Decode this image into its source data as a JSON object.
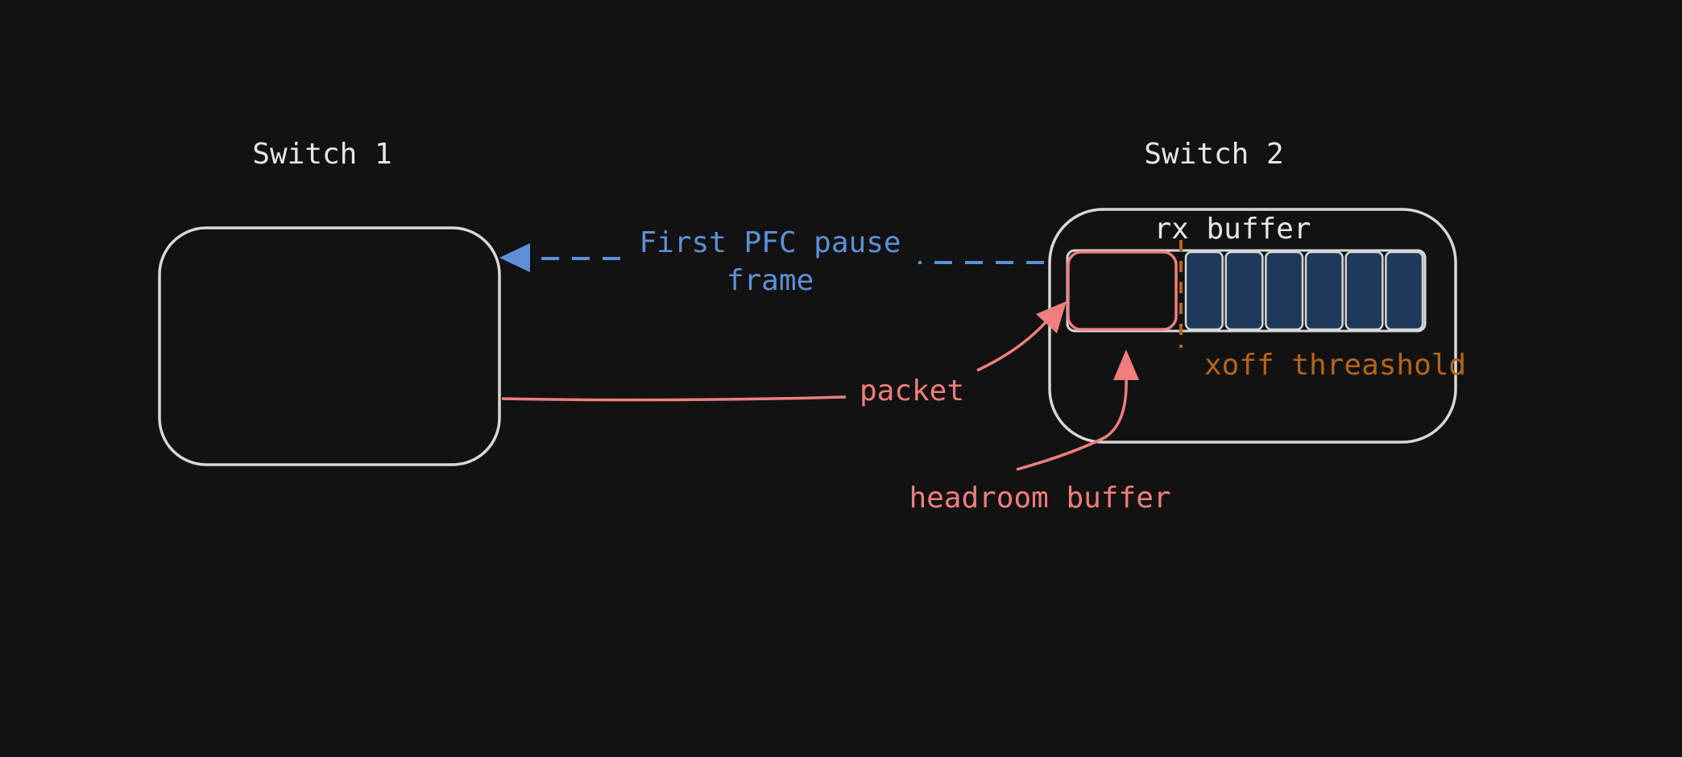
{
  "switch1": {
    "label": "Switch 1"
  },
  "switch2": {
    "label": "Switch 2"
  },
  "rx_buffer": {
    "label": "rx buffer",
    "slots_filled": 6
  },
  "pause_frame": {
    "label_line1": "First PFC pause",
    "label_line2": "frame"
  },
  "packet": {
    "label": "packet"
  },
  "headroom": {
    "label": "headroom buffer"
  },
  "xoff": {
    "label": "xoff threashold"
  },
  "colors": {
    "background": "#121212",
    "outline": "#d8d8d8",
    "text": "#e6e6e6",
    "pause": "#5c90d8",
    "packet": "#f07e7e",
    "xoff": "#b5641a",
    "slot_fill": "#1e3a5a"
  },
  "icons": {
    "pause_arrow": "arrowhead-left-icon",
    "packet_arrow": "arrowhead-up-right-icon",
    "headroom_arrow": "arrowhead-up-icon"
  }
}
